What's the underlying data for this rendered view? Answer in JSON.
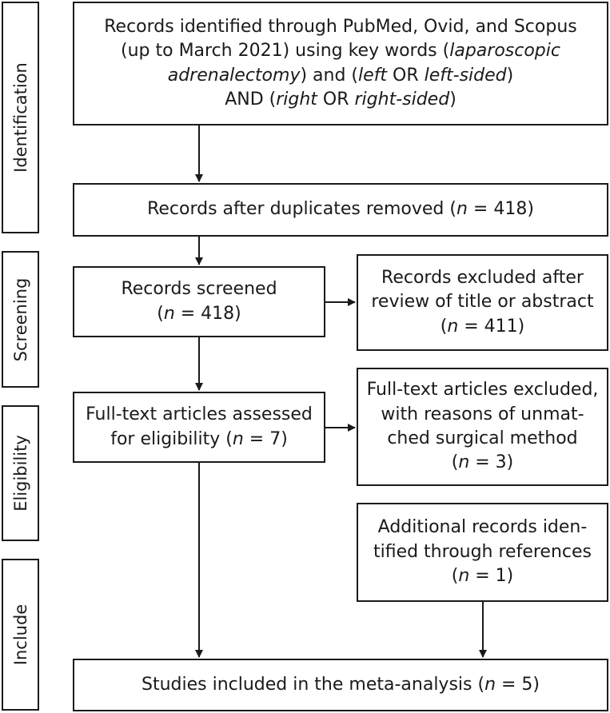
{
  "stages": {
    "identification": "Identification",
    "screening": "Screening",
    "eligibility": "Eligibility",
    "include": "Include"
  },
  "boxes": {
    "identified": {
      "line1": "Records identified through PubMed, Ovid, and Scopus",
      "line2_a": "(up to March 2021) using key words (",
      "line2_b": "laparoscopic",
      "line3_a": "adrenalectomy",
      "line3_b": ") and (",
      "line3_c": "left",
      "line3_d": " OR ",
      "line3_e": "left-sided",
      "line3_f": ")",
      "line4_a": "AND (",
      "line4_b": "right",
      "line4_c": " OR ",
      "line4_d": "right-sided",
      "line4_e": ")"
    },
    "duplicates_removed": {
      "text_a": "Records after duplicates removed (",
      "n": "n",
      "text_b": " = 418)"
    },
    "screened": {
      "line1": "Records screened",
      "line2_a": "(",
      "n": "n",
      "line2_b": " = 418)"
    },
    "excluded_title": {
      "line1": "Records excluded after",
      "line2": "review of title or abstract",
      "line3_a": "(",
      "n": "n",
      "line3_b": " = 411)"
    },
    "fulltext_assessed": {
      "line1": "Full-text articles assessed",
      "line2_a": "for eligibility (",
      "n": "n",
      "line2_b": " = 7)"
    },
    "fulltext_excluded": {
      "line1": "Full-text articles excluded,",
      "line2": "with reasons of unmat-",
      "line3": "ched surgical method",
      "line4_a": "(",
      "n": "n",
      "line4_b": " = 3)"
    },
    "additional": {
      "line1": "Additional records iden-",
      "line2": "tified through references",
      "line3_a": "(",
      "n": "n",
      "line3_b": " = 1)"
    },
    "included": {
      "text_a": "Studies included in the meta-analysis (",
      "n": "n",
      "text_b": " = 5)"
    }
  }
}
